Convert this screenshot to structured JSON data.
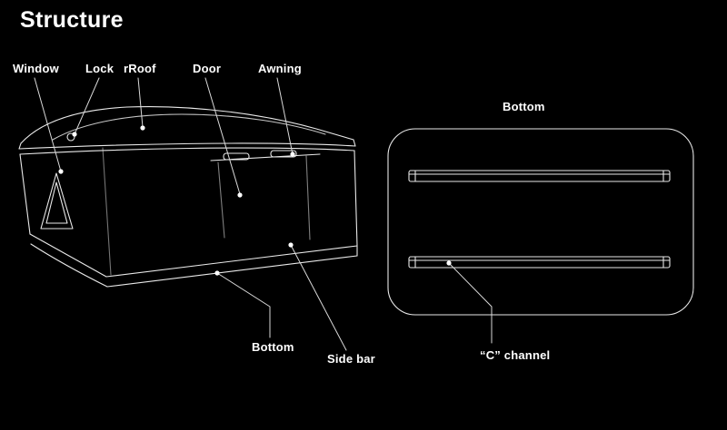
{
  "title": "Structure",
  "colors": {
    "background": "#000000",
    "text": "#ffffff",
    "line": "#e9e9e9",
    "leader_line": "#d9d9d9"
  },
  "main_diagram": {
    "callouts": [
      {
        "id": "window",
        "label": "Window"
      },
      {
        "id": "lock",
        "label": "Lock"
      },
      {
        "id": "rroof",
        "label": "rRoof"
      },
      {
        "id": "door",
        "label": "Door"
      },
      {
        "id": "awning",
        "label": "Awning"
      },
      {
        "id": "bottom",
        "label": "Bottom"
      },
      {
        "id": "side_bar",
        "label": "Side bar"
      }
    ]
  },
  "bottom_view": {
    "title": "Bottom",
    "callouts": [
      {
        "id": "c_channel",
        "label": "“C”  channel"
      }
    ]
  }
}
